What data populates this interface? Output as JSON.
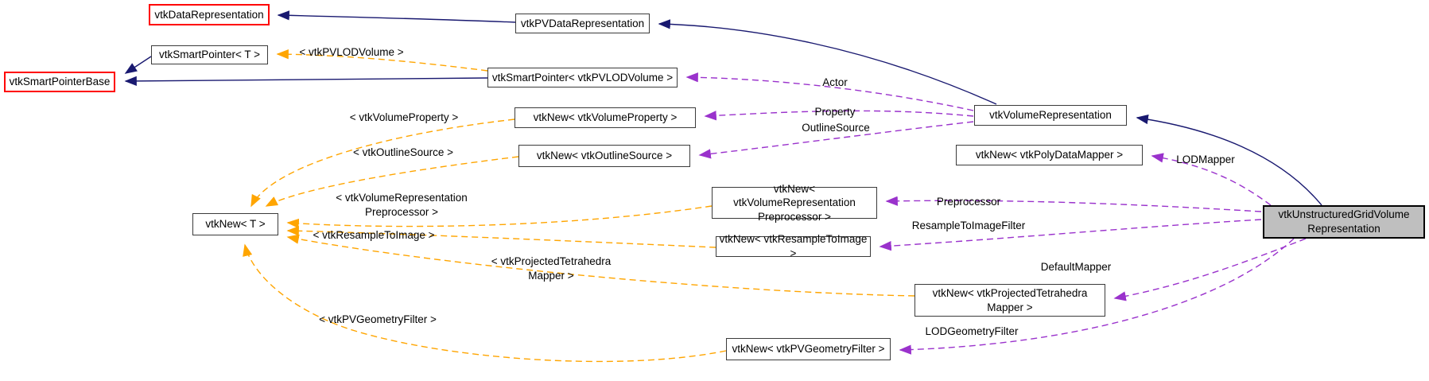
{
  "diagram": {
    "kind": "class-collaboration-graph",
    "focus_class": "vtkUnstructuredGridVolumeRepresentation",
    "colors": {
      "inheritance_edge": "#191970",
      "usage_edge": "#9a32cc",
      "template_edge": "#ffa500",
      "external_box_border": "#ff0000",
      "current_box_fill": "#bfbfbf",
      "box_border": "#3b3b3b",
      "background": "#ffffff"
    },
    "nodes": {
      "vtk_data_representation": {
        "label": "vtkDataRepresentation",
        "kind": "external"
      },
      "vtk_smart_pointer_t": {
        "label": "vtkSmartPointer< T >",
        "kind": "class"
      },
      "vtk_smart_pointer_base": {
        "label": "vtkSmartPointerBase",
        "kind": "external"
      },
      "vtk_pv_data_representation": {
        "label": "vtkPVDataRepresentation",
        "kind": "class"
      },
      "vtk_smart_pointer_pvlodvolume": {
        "label": "vtkSmartPointer< vtkPVLODVolume >",
        "kind": "class"
      },
      "vtk_new_volume_property": {
        "label": "vtkNew< vtkVolumeProperty >",
        "kind": "class"
      },
      "vtk_new_outline_source": {
        "label": "vtkNew< vtkOutlineSource >",
        "kind": "class"
      },
      "vtk_new_t": {
        "label": "vtkNew< T >",
        "kind": "class"
      },
      "vtk_new_volume_representation_preprocessor": {
        "label": "vtkNew< vtkVolumeRepresentation\nPreprocessor >",
        "kind": "class"
      },
      "vtk_new_resample_to_image": {
        "label": "vtkNew< vtkResampleToImage >",
        "kind": "class"
      },
      "vtk_new_poly_data_mapper": {
        "label": "vtkNew< vtkPolyDataMapper >",
        "kind": "class"
      },
      "vtk_new_projected_tetrahedra_mapper": {
        "label": "vtkNew< vtkProjectedTetrahedra\nMapper >",
        "kind": "class"
      },
      "vtk_new_pv_geometry_filter": {
        "label": "vtkNew< vtkPVGeometryFilter >",
        "kind": "class"
      },
      "vtk_volume_representation": {
        "label": "vtkVolumeRepresentation",
        "kind": "class"
      },
      "vtk_unstructured_grid_volume_representation": {
        "label": "vtkUnstructuredGridVolume\nRepresentation",
        "kind": "current"
      }
    },
    "edge_labels": {
      "actor": "Actor",
      "property": "Property",
      "outline_source": "OutlineSource",
      "lod_mapper": "LODMapper",
      "preprocessor": "Preprocessor",
      "resample_to_image_filter": "ResampleToImageFilter",
      "default_mapper": "DefaultMapper",
      "lod_geometry_filter": "LODGeometryFilter",
      "tpl_pvlodvolume": "< vtkPVLODVolume >",
      "tpl_volume_property": "< vtkVolumeProperty >",
      "tpl_outline_source": "< vtkOutlineSource >",
      "tpl_volume_representation_preprocessor": "< vtkVolumeRepresentation\nPreprocessor >",
      "tpl_resample_to_image": "< vtkResampleToImage >",
      "tpl_projected_tetrahedra_mapper": "< vtkProjectedTetrahedra\nMapper >",
      "tpl_pv_geometry_filter": "< vtkPVGeometryFilter >"
    }
  }
}
